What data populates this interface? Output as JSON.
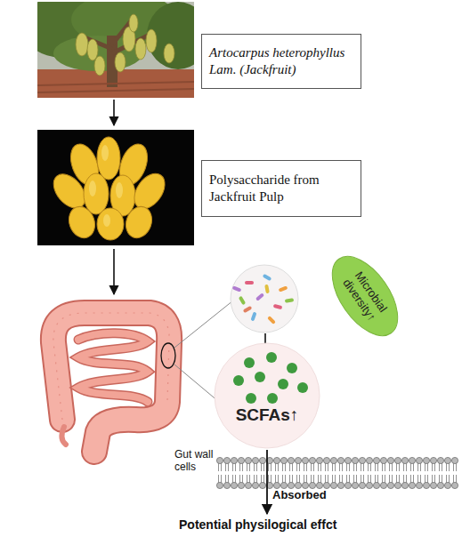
{
  "diagram": {
    "nodes": [
      {
        "text": [
          "Artocarpus heterophyllus Lam. (Jackfruit)"
        ]
      },
      {
        "text": [
          "Polysaccharide from Jackfruit Pulp"
        ]
      },
      {
        "text": [
          "Microbial diversity↑"
        ]
      },
      {
        "text": [
          "SCFAs↑"
        ]
      }
    ],
    "labels": [
      "Gut wall cells",
      "Absorbed",
      "Potential physilogical effct"
    ]
  }
}
